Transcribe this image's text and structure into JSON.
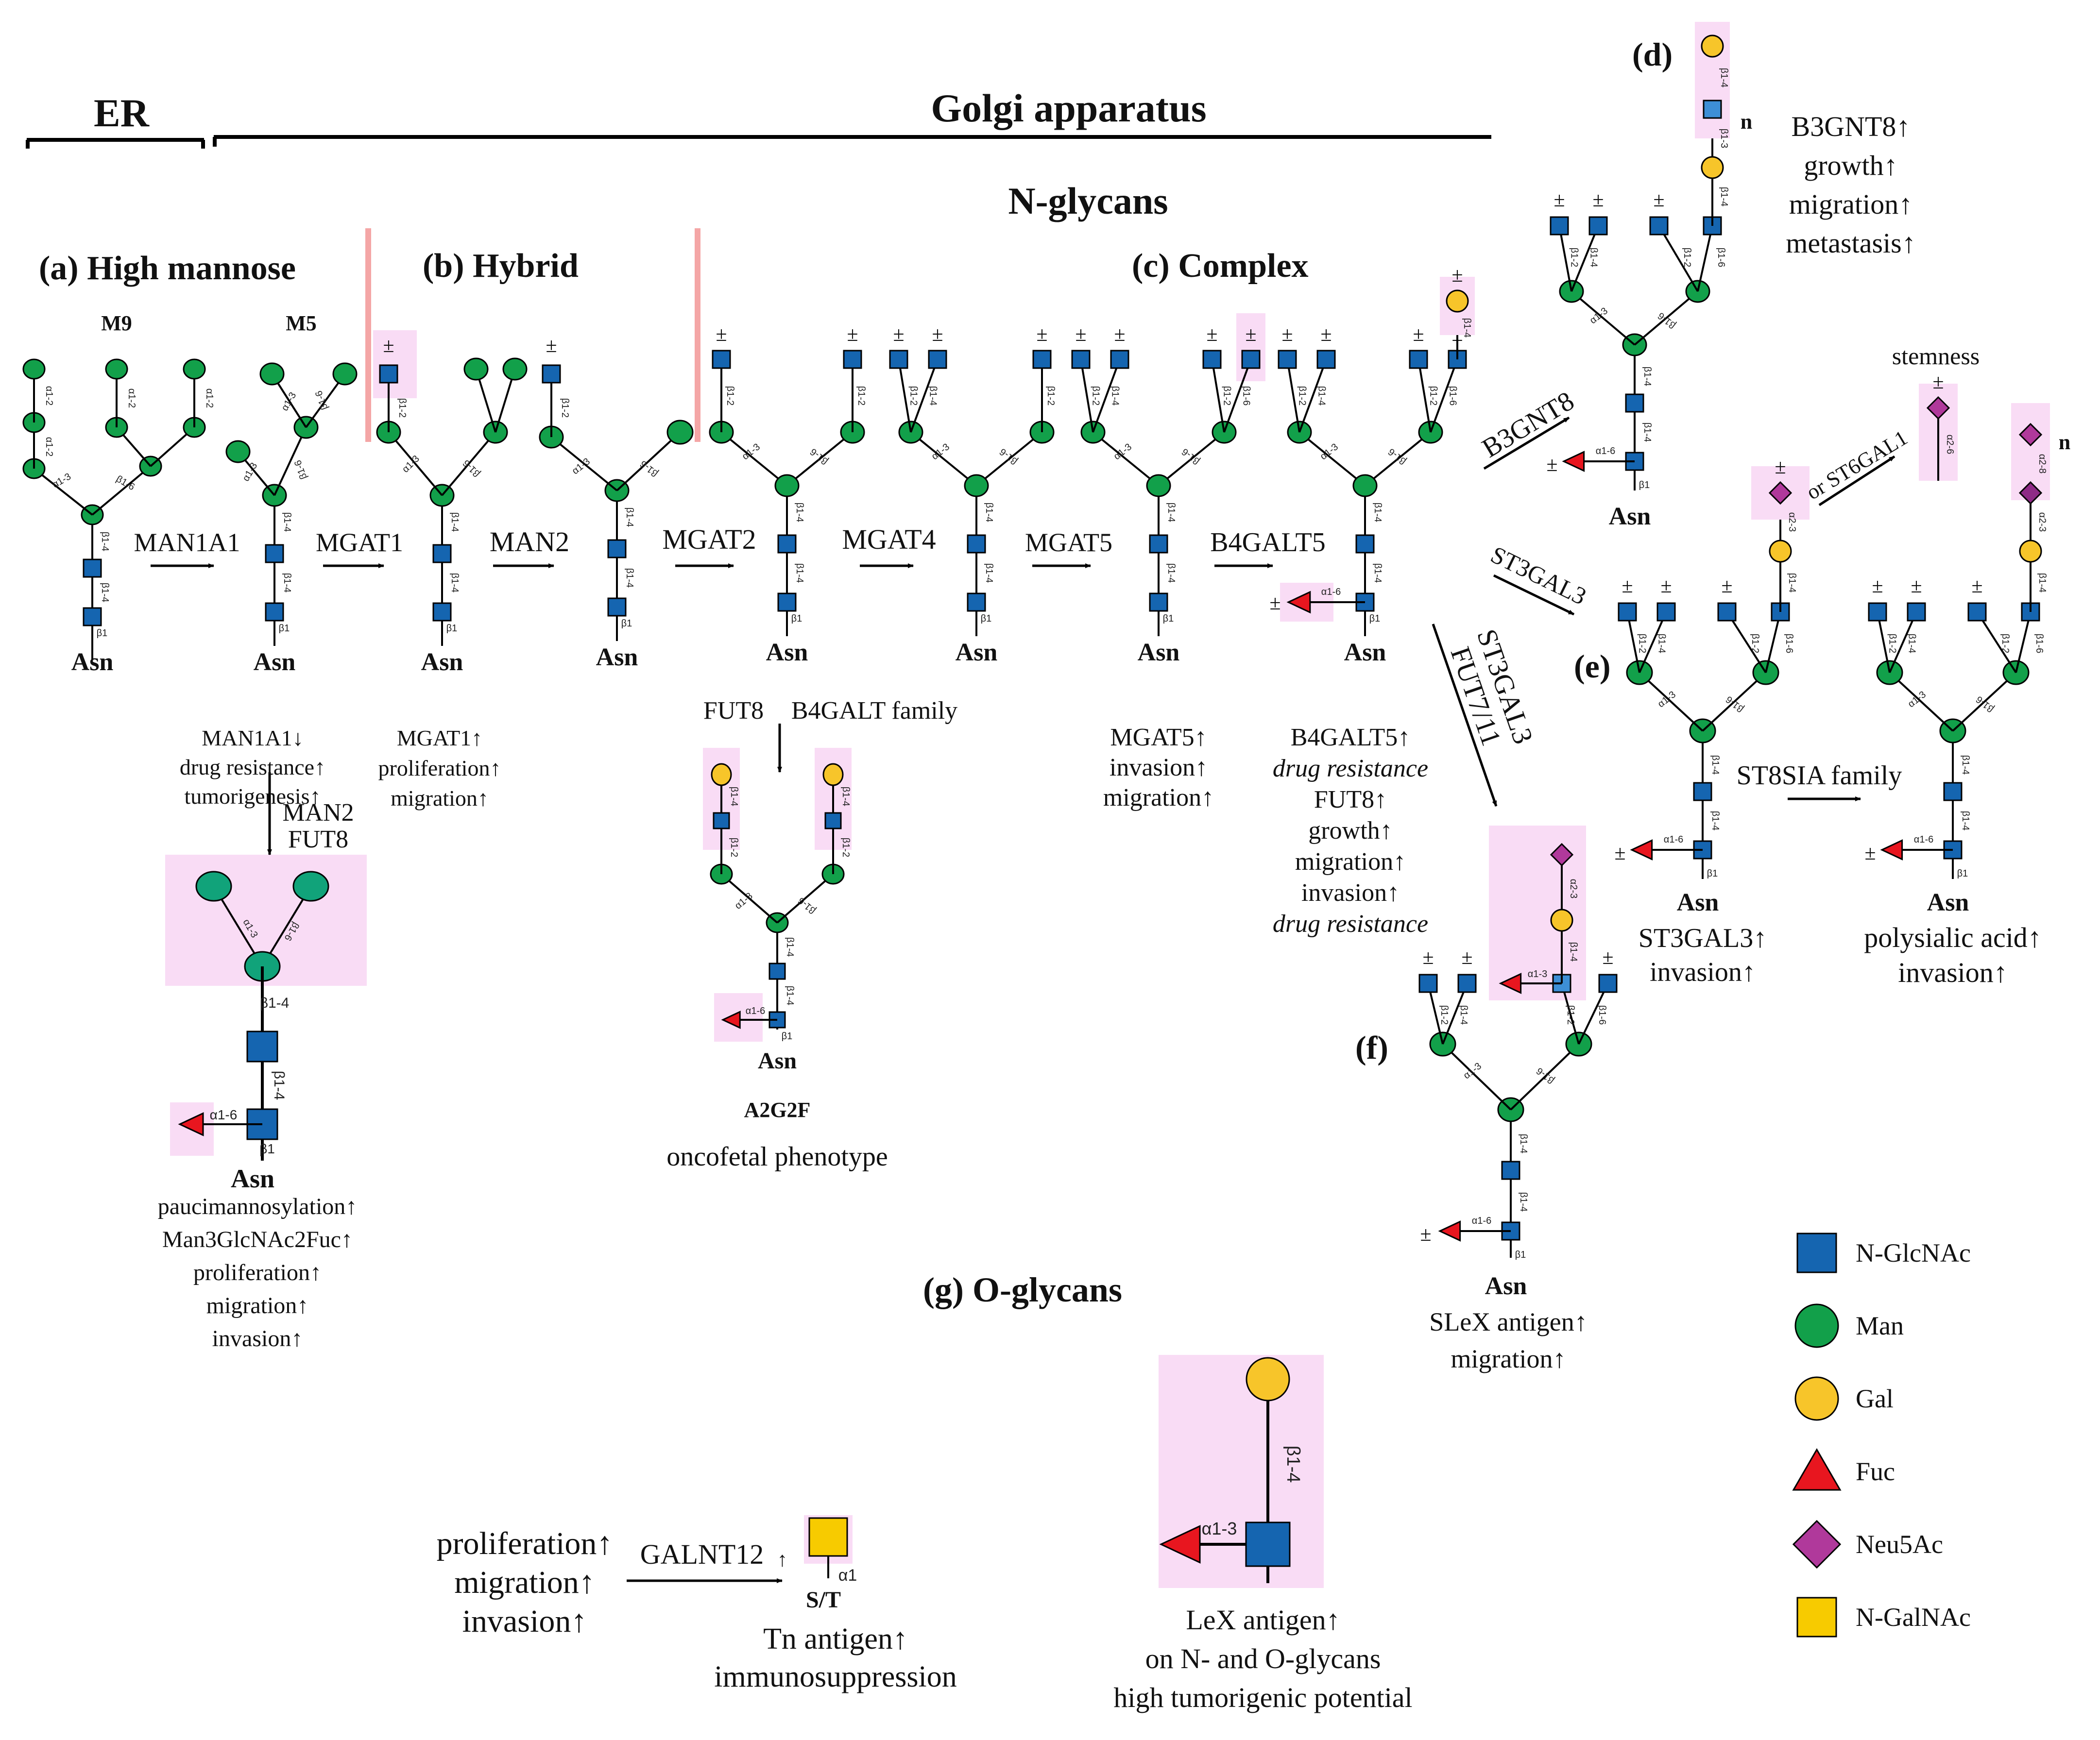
{
  "compartments": {
    "er": "ER",
    "golgi": "Golgi apparatus"
  },
  "section_titles": {
    "n_glycans": "N-glycans",
    "o_glycans": "O-glycans"
  },
  "panels": {
    "a": {
      "letter": "(a)",
      "title": "High mannose"
    },
    "b": {
      "letter": "(b)",
      "title": "Hybrid"
    },
    "c": {
      "letter": "(c)",
      "title": "Complex"
    },
    "d": {
      "letter": "(d)"
    },
    "e": {
      "letter": "(e)"
    },
    "f": {
      "letter": "(f)"
    },
    "g": {
      "letter": "(g)"
    }
  },
  "structure_labels": {
    "m9": "M9",
    "m5": "M5",
    "a2g2f": "A2G2F",
    "n": "n",
    "st": "S/T"
  },
  "reducing_end": "Asn",
  "linkages": {
    "b1": "β1",
    "b14": "β1-4",
    "b12": "β1-2",
    "b13": "β1-3",
    "b16": "β1-6",
    "a13": "α1-3",
    "a16": "α1-6",
    "a12": "α1-2",
    "a23": "α2-3",
    "a26": "α2-6",
    "a28": "α2-8",
    "a1": "α1",
    "pm": "±"
  },
  "enzymes": {
    "man1a1": "MAN1A1",
    "mgat1": "MGAT1",
    "man2": "MAN2",
    "mgat2": "MGAT2",
    "mgat4": "MGAT4",
    "mgat5": "MGAT5",
    "b4galt5": "B4GALT5",
    "b3gnt8": "B3GNT8",
    "st3gal3": "ST3GAL3",
    "st3gal3_fut711_line1": "ST3GAL3",
    "st3gal3_fut711_line2": "FUT7/11",
    "or_st6gal1": "or ST6GAL1",
    "st8sia": "ST8SIA family",
    "galnt12": "GALNT12",
    "man2_fut8_line1": "MAN2",
    "man2_fut8_line2": "FUT8",
    "fut8": "FUT8",
    "b4galt_family": "B4GALT family"
  },
  "annotations": {
    "man1a1": [
      "MAN1A1↓",
      "drug resistance↑",
      "tumorigenesis↑"
    ],
    "mgat1": [
      "MGAT1↑",
      "proliferation↑",
      "migration↑"
    ],
    "pauci": [
      "paucimannosylation↑",
      "Man3GlcNAc2Fuc↑",
      "proliferation↑",
      "migration↑",
      "invasion↑"
    ],
    "oncofetal": "oncofetal phenotype",
    "mgat5": [
      "MGAT5↑",
      "invasion↑",
      "migration↑"
    ],
    "b4galt5": [
      "B4GALT5↑",
      "drug resistance",
      "FUT8↑",
      "growth↑",
      "migration↑",
      "invasion↑",
      "drug resistance"
    ],
    "b3gnt8": [
      "B3GNT8↑",
      "growth↑",
      "migration↑",
      "metastasis↑"
    ],
    "stemness": "stemness",
    "st3gal3": [
      "ST3GAL3↑",
      "invasion↑"
    ],
    "polysialic": [
      "polysialic acid↑",
      "invasion↑"
    ],
    "slex": [
      "SLeX antigen↑",
      "migration↑"
    ],
    "o_left": [
      "proliferation↑",
      "migration↑",
      "invasion↑"
    ],
    "tn": [
      "Tn antigen↑",
      "immunosuppression"
    ],
    "lex": [
      "LeX antigen↑",
      "on N- and O-glycans",
      "high tumorigenic potential"
    ]
  },
  "legend": [
    {
      "shape": "square",
      "color": "#1565b0",
      "label": "N-GlcNAc"
    },
    {
      "shape": "circle",
      "color": "#12a04a",
      "label": "Man"
    },
    {
      "shape": "circle",
      "color": "#f7c52a",
      "label": "Gal"
    },
    {
      "shape": "triangle",
      "color": "#e8161f",
      "label": "Fuc"
    },
    {
      "shape": "diamond",
      "color": "#b0399b",
      "label": "Neu5Ac"
    },
    {
      "shape": "square",
      "color": "#f7cb00",
      "label": "N-GalNAc"
    }
  ],
  "colors": {
    "glcnac": "#1565b0",
    "man": "#12a04a",
    "gal": "#f7c52a",
    "fuc": "#e8161f",
    "neu5ac": "#b0399b",
    "galnac": "#f7cb00",
    "highlight": "#f9dcf5",
    "divider": "#f4a6a6"
  }
}
